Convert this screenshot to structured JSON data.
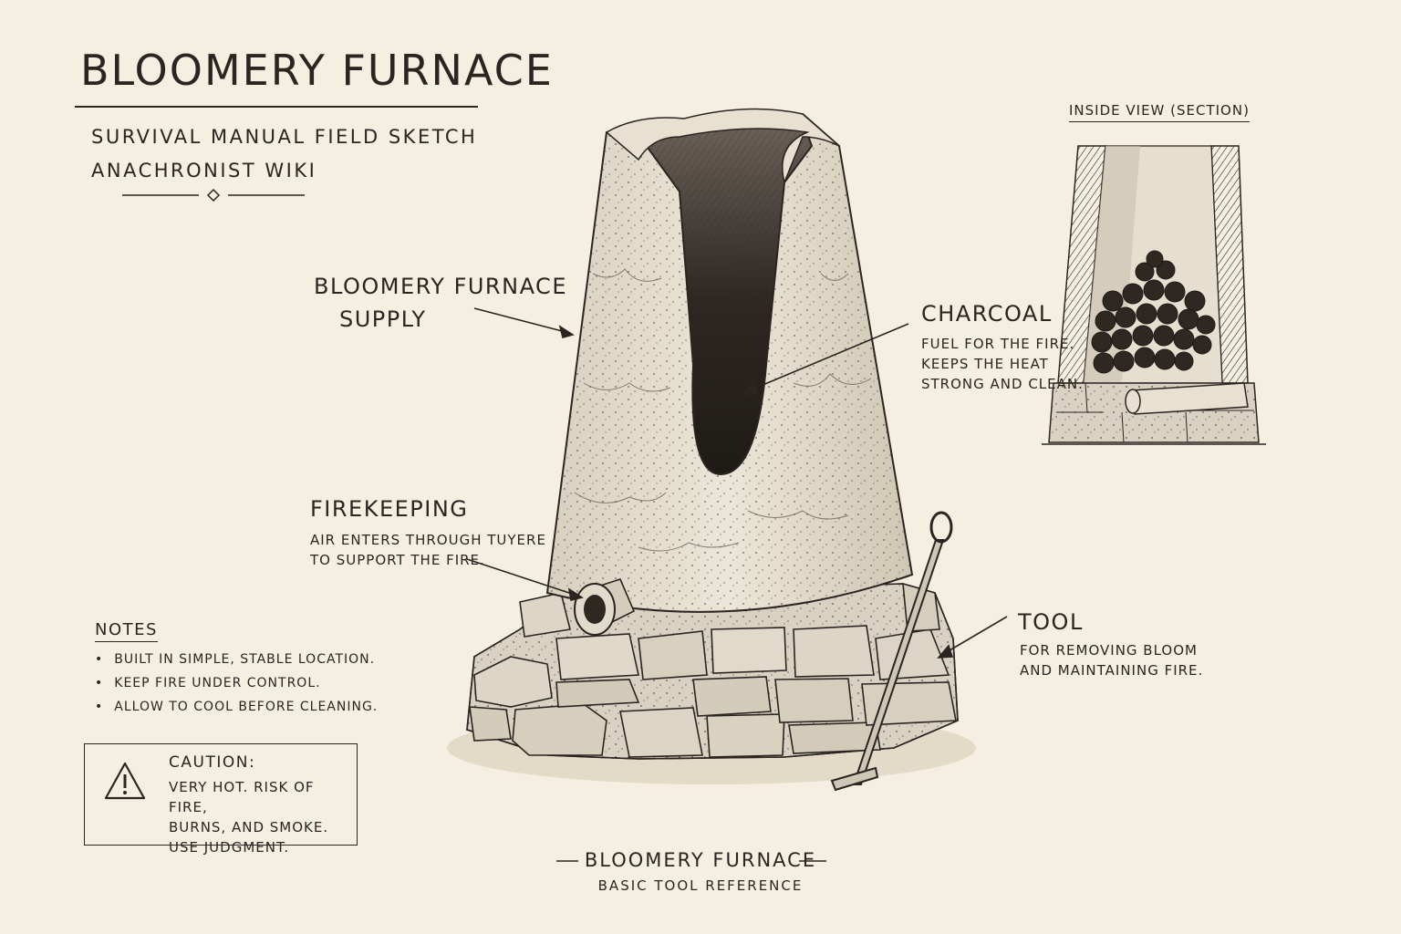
{
  "header": {
    "title": "BLOOMERY FURNACE",
    "subtitle_1": "SURVIVAL MANUAL FIELD SKETCH",
    "subtitle_2": "ANACHRONIST  WIKI"
  },
  "labels": {
    "supply_line1": "BLOOMERY FURNACE",
    "supply_line2": "SUPPLY",
    "charcoal_title": "CHARCOAL",
    "charcoal_desc": [
      "FUEL FOR THE FIRE.",
      "KEEPS THE HEAT",
      "STRONG AND CLEAN."
    ],
    "firekeeping_title": "FIREKEEPING",
    "firekeeping_desc": [
      "AIR ENTERS THROUGH TUYERE",
      "TO SUPPORT THE FIRE."
    ],
    "tool_title": "TOOL",
    "tool_desc": [
      "FOR REMOVING BLOOM",
      "AND MAINTAINING FIRE."
    ]
  },
  "inset": {
    "title": "INSIDE VIEW (SECTION)"
  },
  "notes": {
    "heading": "NOTES",
    "items": [
      "BUILT IN SIMPLE, STABLE LOCATION.",
      "KEEP FIRE UNDER CONTROL.",
      "ALLOW TO COOL BEFORE CLEANING."
    ]
  },
  "caution": {
    "heading": "CAUTION:",
    "lines": [
      "VERY HOT. RISK OF FIRE,",
      "BURNS, AND SMOKE.",
      "USE JUDGMENT."
    ],
    "icon": "warning-triangle-icon"
  },
  "footer": {
    "title": "BLOOMERY FURNACE",
    "subtitle": "BASIC TOOL REFERENCE"
  },
  "colors": {
    "paper": "#f5efe2",
    "ink": "#2a2520",
    "stone": "#d9d2c3",
    "clay": "#e4ddcd",
    "shadow": "#3a332c"
  }
}
